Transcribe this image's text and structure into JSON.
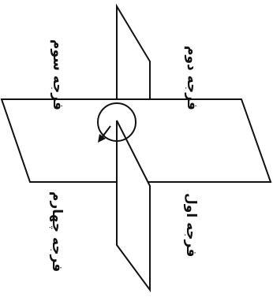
{
  "diagram": {
    "labels": {
      "octant_1": "فرجه اول",
      "octant_2": "فرجه دوم",
      "octant_3": "فرجه سوم",
      "octant_4": "فرجه چهارم"
    }
  }
}
